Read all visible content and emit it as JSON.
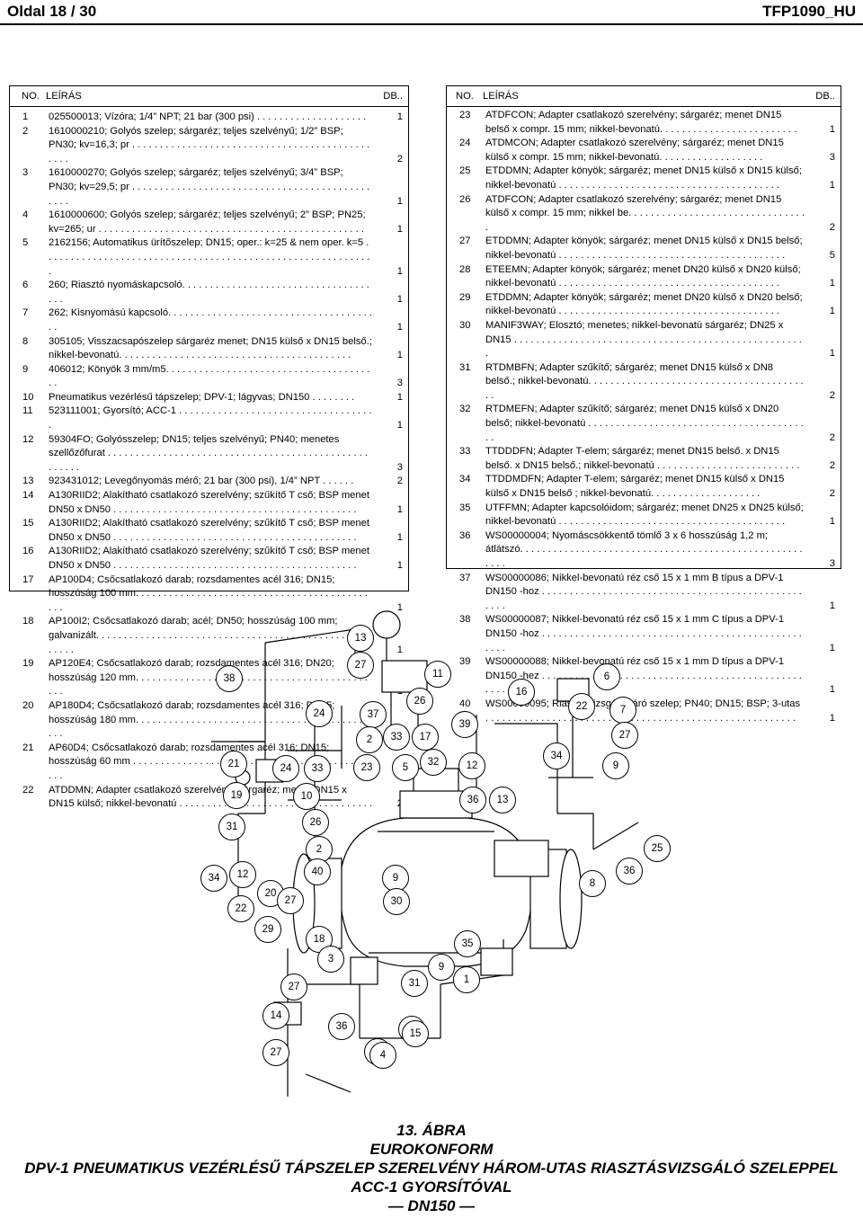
{
  "header": {
    "page": "Oldal 18 / 30",
    "code": "TFP1090_HU"
  },
  "left_table": {
    "col_no": "NO.",
    "col_desc": "LEÍRÁS",
    "col_qty": "DB..",
    "rows": [
      {
        "no": "1",
        "desc": "025500013; Vízóra; 1/4” NPT; 21 bar (300 psi) . . . . . . . . . . . . . . . . . . . .",
        "qty": "1"
      },
      {
        "no": "2",
        "desc": "1610000210; Golyós szelep; sárgaréz; teljes szelvényű; 1/2” BSP; PN30; kv=16,3; pr . . . . . . . . . . . . . . . . . . . . . . . . . . . . . . . . . . . . . . . . . . . . . . .",
        "qty": "2"
      },
      {
        "no": "3",
        "desc": "1610000270; Golyós szelep; sárgaréz; teljes szelvényű; 3/4” BSP; PN30; kv=29,5; pr . . . . . . . . . . . . . . . . . . . . . . . . . . . . . . . . . . . . . . . . . . . . . . .",
        "qty": "1"
      },
      {
        "no": "4",
        "desc": "1610000600; Golyós szelep; sárgaréz; teljes szelvényű; 2” BSP; PN25; kv=265; ur . . . . . . . . . . . . . . . . . . . . . . . . . . . . . . . . . . . . . . . . . . . . . . . .",
        "qty": "1"
      },
      {
        "no": "5",
        "desc": "2162156; Automatikus ürítőszelep; DN15; oper.: k=25 & nem oper. k=5 . . . . . . . . . . . . . . . . . . . . . . . . . . . . . . . . . . . . . . . . . . . . . . . . . . . . . . . . . . . .",
        "qty": "1"
      },
      {
        "no": "6",
        "desc": "260; Riasztó nyomáskapcsoló. . . . . . . . . . . . . . . . . . . . . . . . . . . . . . . . . . . . .",
        "qty": "1"
      },
      {
        "no": "7",
        "desc": "262; Kisnyomású kapcsoló. . . . . . . . . . . . . . . . . . . . . . . . . . . . . . . . . . . . . . .",
        "qty": "1"
      },
      {
        "no": "8",
        "desc": "305105; Visszacsapószelep sárgaréz menet; DN15 külső x DN15 belső.; nikkel-bevonatú. . . . . . . . . . . . . . . . . . . . . . . . . . . . . . . . . . . . . . . . . .",
        "qty": "1"
      },
      {
        "no": "9",
        "desc": "406012; Könyök 3 mm/m5. . . . . . . . . . . . . . . . . . . . . . . . . . . . . . . . . . . . . . .",
        "qty": "3"
      },
      {
        "no": "10",
        "desc": "Pneumatikus vezérlésű tápszelep; DPV-1; lágyvas; DN150 . . . . . . . .",
        "qty": "1"
      },
      {
        "no": "11",
        "desc": "523111001; Gyorsító; ACC-1 . . . . . . . . . . . . . . . . . . . . . . . . . . . . . . . . . . . .",
        "qty": "1"
      },
      {
        "no": "12",
        "desc": "59304FO; Golyósszelep; DN15; teljes szelvényű; PN40; menetes szellőzőfurat . . . . . . . . . . . . . . . . . . . . . . . . . . . . . . . . . . . . . . . . . . . . . . . . . . . . .",
        "qty": "3"
      },
      {
        "no": "13",
        "desc": "923431012; Levegőnyomás mérő; 21 bar (300 psi), 1/4” NPT . . . . . .",
        "qty": "2"
      },
      {
        "no": "14",
        "desc": "A130RIID2; Alakítható csatlakozó szerelvény; szűkítő T cső; BSP menet DN50 x DN50 . . . . . . . . . . . . . . . . . . . . . . . . . . . . . . . . . . . . . . . . . . . .",
        "qty": "1"
      },
      {
        "no": "15",
        "desc": "A130RIID2; Alakítható csatlakozó szerelvény; szűkítő T cső; BSP menet DN50 x DN50 . . . . . . . . . . . . . . . . . . . . . . . . . . . . . . . . . . . . . . . . . . . .",
        "qty": "1"
      },
      {
        "no": "16",
        "desc": "A130RIID2; Alakítható csatlakozó szerelvény; szűkítő T cső; BSP menet DN50 x DN50 . . . . . . . . . . . . . . . . . . . . . . . . . . . . . . . . . . . . . . . . . . . .",
        "qty": "1"
      },
      {
        "no": "17",
        "desc": "AP100D4; Csőcsatlakozó darab; rozsdamentes acél 316; DN15; hosszúság 100 mm. . . . . . . . . . . . . . . . . . . . . . . . . . . . . . . . . . . . . . . . . . . . .",
        "qty": "1"
      },
      {
        "no": "18",
        "desc": "AP100I2; Csőcsatlakozó darab; acél; DN50; hosszúság 100 mm; galvanizált. . . . . . . . . . . . . . . . . . . . . . . . . . . . . . . . . . . . . . . . . . . . . . . . . . . . . .",
        "qty": "1"
      },
      {
        "no": "19",
        "desc": "AP120E4; Csőcsatlakozó darab; rozsdamentes acél 316; DN20; hosszúság 120 mm. . . . . . . . . . . . . . . . . . . . . . . . . . . . . . . . . . . . . . . . . . . . .",
        "qty": "1"
      },
      {
        "no": "20",
        "desc": "AP180D4; Csőcsatlakozó darab; rozsdamentes acél 316; DN15; hosszúság 180 mm. . . . . . . . . . . . . . . . . . . . . . . . . . . . . . . . . . . . . . . . . . . . .",
        "qty": "1"
      },
      {
        "no": "21",
        "desc": "AP60D4; Csőcsatlakozó darab; rozsdamentes acél 316; DN15; hosszúság 60 mm . . . . . . . . . . . . . . . . . . . . . . . . . . . . . . . . . . . . . . . . . . . . . .",
        "qty": "2"
      },
      {
        "no": "22",
        "desc": "ATDDMN; Adapter csatlakozó szerelvény; sárgaréz; menet DN15 x DN15 külső; nikkel-bevonatú . . . . . . . . . . . . . . . . . . . . . . . . . . . . . . . . . . .",
        "qty": "2"
      }
    ]
  },
  "right_table": {
    "col_no": "NO.",
    "col_desc": "LEÍRÁS",
    "col_qty": "DB..",
    "rows": [
      {
        "no": "23",
        "desc": "ATDFCON; Adapter csatlakozó szerelvény; sárgaréz; menet DN15 belső x compr. 15 mm; nikkel-bevonatú. . . . . . . . . . . . . . . . . . . . . . . . .",
        "qty": "1"
      },
      {
        "no": "24",
        "desc": "ATDMCON; Adapter csatlakozó szerelvény; sárgaréz; menet DN15 külső x compr. 15 mm; nikkel-bevonatú. . . . . . . . . . . . . . . . . . .",
        "qty": "3"
      },
      {
        "no": "25",
        "desc": "ETDDMN; Adapter könyök; sárgaréz; menet DN15 külső x DN15 külső; nikkel-bevonatú . . . . . . . . . . . . . . . . . . . . . . . . . . . . . . . . . . . . . . . .",
        "qty": "1"
      },
      {
        "no": "26",
        "desc": "ATDFCON; Adapter csatlakozó szerelvény; sárgaréz; menet DN15 külső x compr. 15 mm; nikkel be. . . . . . . . . . . . . . . . . . . . . . . . . . . . . . . . .",
        "qty": "2"
      },
      {
        "no": "27",
        "desc": "ETDDMN; Adapter könyök; sárgaréz; menet DN15 külső x DN15 belső; nikkel-bevonatú . . . . . . . . . . . . . . . . . . . . . . . . . . . . . . . . . . . . . . . . .",
        "qty": "5"
      },
      {
        "no": "28",
        "desc": "ETEEMN; Adapter könyök; sárgaréz; menet DN20 külső x DN20 külső; nikkel-bevonatú . . . . . . . . . . . . . . . . . . . . . . . . . . . . . . . . . . . . . . . .",
        "qty": "1"
      },
      {
        "no": "29",
        "desc": "ETDDMN; Adapter könyök; sárgaréz; menet DN20 külső x DN20 belső; nikkel-bevonatú . . . . . . . . . . . . . . . . . . . . . . . . . . . . . . . . . . . . . . . .",
        "qty": "1"
      },
      {
        "no": "30",
        "desc": "MANIF3WAY; Elosztó; menetes; nikkel-bevonatú sárgaréz; DN25 x DN15 . . . . . . . . . . . . . . . . . . . . . . . . . . . . . . . . . . . . . . . . . . . . . . . . . . . . .",
        "qty": "1"
      },
      {
        "no": "31",
        "desc": "RTDMBFN; Adapter szűkítő; sárgaréz; menet DN15 külső x DN8 belső.; nikkel-bevonatú. . . . . . . . . . . . . . . . . . . . . . . . . . . . . . . . . . . . . . . . .",
        "qty": "2"
      },
      {
        "no": "32",
        "desc": "RTDMEFN; Adapter szűkítő; sárgaréz; menet DN15 külső x DN20 belső; nikkel-bevonatú . . . . . . . . . . . . . . . . . . . . . . . . . . . . . . . . . . . . . . . . .",
        "qty": "2"
      },
      {
        "no": "33",
        "desc": "TTDDDFN; Adapter T-elem; sárgaréz; menet DN15 belső. x DN15 belső. x DN15 belső.; nikkel-bevonatú . . . . . . . . . . . . . . . . . . . . . . . . . .",
        "qty": "2"
      },
      {
        "no": "34",
        "desc": "TTDDMDFN; Adapter T-elem; sárgaréz; menet DN15 külső x DN15 külső x DN15 belső ; nikkel-bevonatú. . . . . . . . . . . . . . . . . . . .",
        "qty": "2"
      },
      {
        "no": "35",
        "desc": "UTFFMN; Adapter kapcsolóidom; sárgaréz; menet DN25 x DN25 külső; nikkel-bevonatú . . . . . . . . . . . . . . . . . . . . . . . . . . . . . . . . . . . . . . . . .",
        "qty": "1"
      },
      {
        "no": "36",
        "desc": "WS00000004; Nyomáscsökkentő tömlő 3 x 6 hosszúság 1,2 m; átlátszó. . . . . . . . . . . . . . . . . . . . . . . . . . . . . . . . . . . . . . . . . . . . . . . . . . . . . . .",
        "qty": "3"
      },
      {
        "no": "37",
        "desc": "WS00000086; Nikkel-bevonatú réz cső 15 x 1 mm B típus a DPV-1 DN150 -hoz . . . . . . . . . . . . . . . . . . . . . . . . . . . . . . . . . . . . . . . . . . . . . . . . . . .",
        "qty": "1"
      },
      {
        "no": "38",
        "desc": "WS00000087; Nikkel-bevonatú réz cső 15 x 1 mm C típus a DPV-1 DN150 -hoz . . . . . . . . . . . . . . . . . . . . . . . . . . . . . . . . . . . . . . . . . . . . . . . . . . .",
        "qty": "1"
      },
      {
        "no": "39",
        "desc": "WS00000088; Nikkel-bevonatú réz cső 15 x 1 mm D típus a DPV-1 DN150 -hez . . . . . . . . . . . . . . . . . . . . . . . . . . . . . . . . . . . . . . . . . . . . . . . . . . .",
        "qty": "1"
      },
      {
        "no": "40",
        "desc": "WS00000095; Riasztó vizsgáló/záró szelep; PN40; DN15; BSP; 3-utas . . . . . . . . . . . . . . . . . . . . . . . . . . . . . . . . . . . . . . . . . . . . . . . . . . . . . . . .",
        "qty": "1"
      }
    ]
  },
  "diagram_callouts": [
    "13",
    "38",
    "27",
    "11",
    "6",
    "16",
    "26",
    "24",
    "37",
    "33",
    "39",
    "2",
    "17",
    "32",
    "22",
    "34",
    "7",
    "27",
    "21",
    "24",
    "33",
    "23",
    "5",
    "12",
    "9",
    "19",
    "10",
    "36",
    "13",
    "31",
    "26",
    "2",
    "25",
    "34",
    "12",
    "9",
    "20",
    "40",
    "8",
    "36",
    "22",
    "27",
    "30",
    "29",
    "18",
    "35",
    "3",
    "9",
    "1",
    "27",
    "31",
    "14",
    "21",
    "36",
    "12",
    "15",
    "27",
    "4"
  ],
  "caption": {
    "line1": "13. ÁBRA",
    "line2": "EUROKONFORM",
    "line3": "DPV-1 PNEUMATIKUS VEZÉRLÉSŰ TÁPSZELEP SZERELVÉNY HÁROM-UTAS RIASZTÁSVIZSGÁLÓ SZELEPPEL",
    "line4": "ACC-1 GYORSÍTÓVAL",
    "line5": "— DN150 —"
  }
}
